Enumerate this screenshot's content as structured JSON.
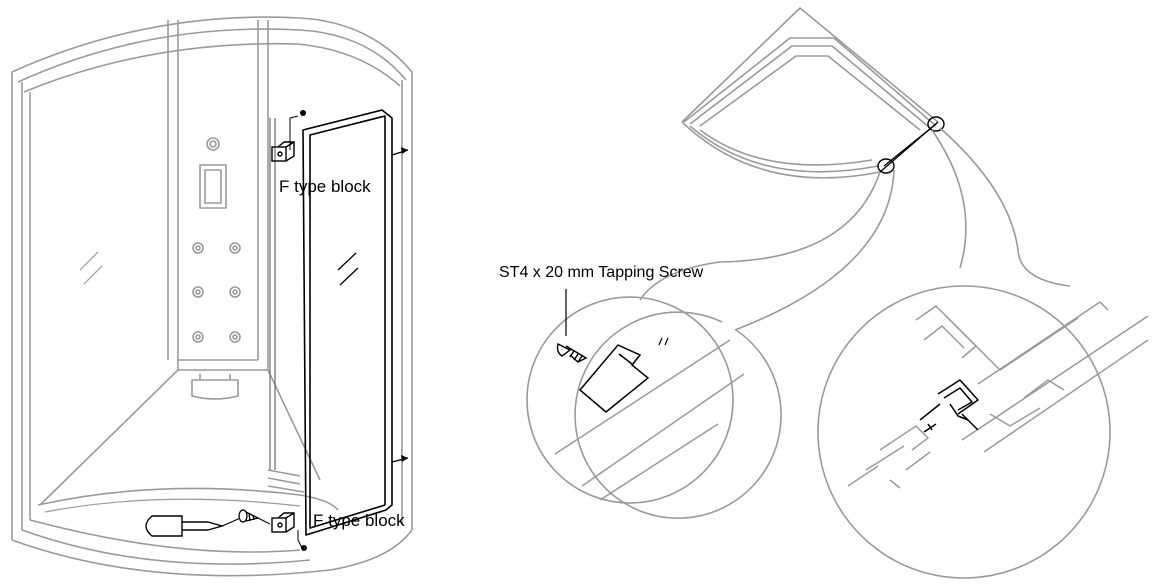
{
  "labels": {
    "f_block_top": "F type block",
    "f_block_bottom": "F type block",
    "screw": "ST4 x 20 mm Tapping Screw"
  },
  "colors": {
    "frame_gray": "#9a9a9a",
    "light_gray": "#c4c4c4",
    "ink": "#000000",
    "background": "#ffffff"
  },
  "icons": [
    "screwdriver-icon",
    "screw-icon",
    "f-block-icon",
    "ellipse-callout-icon"
  ]
}
